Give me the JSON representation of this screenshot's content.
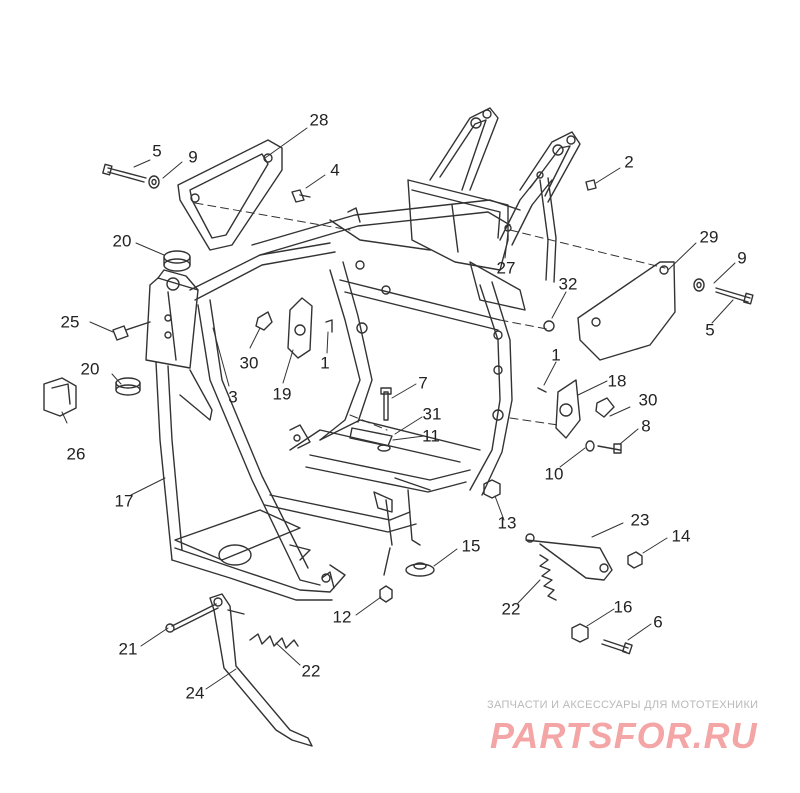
{
  "diagram": {
    "callouts": [
      {
        "id": "c28",
        "text": "28"
      },
      {
        "id": "c5a",
        "text": "5"
      },
      {
        "id": "c9a",
        "text": "9"
      },
      {
        "id": "c4",
        "text": "4"
      },
      {
        "id": "c2",
        "text": "2"
      },
      {
        "id": "c20a",
        "text": "20"
      },
      {
        "id": "c29",
        "text": "29"
      },
      {
        "id": "c9b",
        "text": "9"
      },
      {
        "id": "c27",
        "text": "27"
      },
      {
        "id": "c32",
        "text": "32"
      },
      {
        "id": "c5b",
        "text": "5"
      },
      {
        "id": "c25",
        "text": "25"
      },
      {
        "id": "c30a",
        "text": "30"
      },
      {
        "id": "c1a",
        "text": "1"
      },
      {
        "id": "c3",
        "text": "3"
      },
      {
        "id": "c19",
        "text": "19"
      },
      {
        "id": "c20b",
        "text": "20"
      },
      {
        "id": "c1b",
        "text": "1"
      },
      {
        "id": "c18",
        "text": "18"
      },
      {
        "id": "c7",
        "text": "7"
      },
      {
        "id": "c26",
        "text": "26"
      },
      {
        "id": "c31",
        "text": "31"
      },
      {
        "id": "c11",
        "text": "11"
      },
      {
        "id": "c30b",
        "text": "30"
      },
      {
        "id": "c8",
        "text": "8"
      },
      {
        "id": "c10",
        "text": "10"
      },
      {
        "id": "c17",
        "text": "17"
      },
      {
        "id": "c13",
        "text": "13"
      },
      {
        "id": "c23",
        "text": "23"
      },
      {
        "id": "c14",
        "text": "14"
      },
      {
        "id": "c15",
        "text": "15"
      },
      {
        "id": "c22a",
        "text": "22"
      },
      {
        "id": "c12",
        "text": "12"
      },
      {
        "id": "c16",
        "text": "16"
      },
      {
        "id": "c6",
        "text": "6"
      },
      {
        "id": "c21",
        "text": "21"
      },
      {
        "id": "c22b",
        "text": "22"
      },
      {
        "id": "c24",
        "text": "24"
      }
    ]
  },
  "watermark": {
    "tagline": "ЗАПЧАСТИ И АКСЕССУАРЫ ДЛЯ МОТОТЕХНИКИ",
    "brand": "PARTSFOR.RU",
    "color": "#f4a6a6"
  }
}
